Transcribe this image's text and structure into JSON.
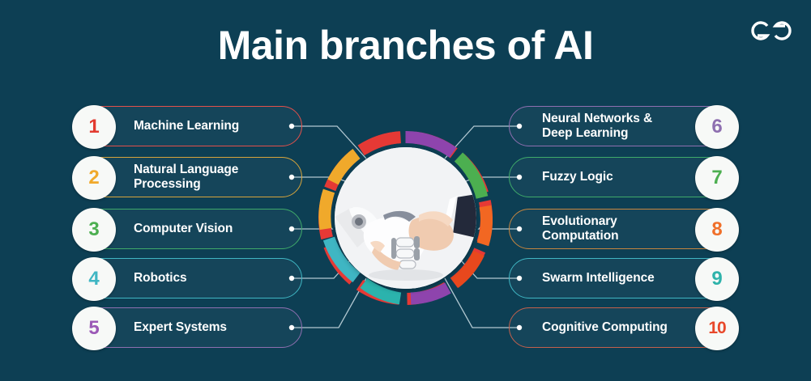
{
  "page": {
    "title": "Main branches of AI",
    "background_color": "#0d3f54",
    "logo_name": "geeksforgeeks-logo"
  },
  "center": {
    "image_name": "robot-human-handshake-image",
    "alt": "Robotic hand shaking a human hand",
    "ring_colors": [
      "#9b59b6",
      "#4caf50",
      "#f26722",
      "#e84c1d",
      "#8e44ad",
      "#2bb3ad",
      "#3fb6c3",
      "#f0a92b",
      "#e53935"
    ]
  },
  "branches": {
    "left": [
      {
        "number": "1",
        "label": "Machine Learning",
        "color": "#e2504b"
      },
      {
        "number": "2",
        "label": "Natural Language\nProcessing",
        "color": "#d6a43c"
      },
      {
        "number": "3",
        "label": "Computer Vision",
        "color": "#3faa6a"
      },
      {
        "number": "4",
        "label": "Robotics",
        "color": "#3fb6c3"
      },
      {
        "number": "5",
        "label": "Expert Systems",
        "color": "#8e6fb0"
      }
    ],
    "right": [
      {
        "number": "6",
        "label": "Neural Networks &\nDeep Learning",
        "color": "#8e6fb0"
      },
      {
        "number": "7",
        "label": "Fuzzy Logic",
        "color": "#3faa6a"
      },
      {
        "number": "8",
        "label": "Evolutionary\nComputation",
        "color": "#c8863f"
      },
      {
        "number": "9",
        "label": "Swarm Intelligence",
        "color": "#3fb6c3"
      },
      {
        "number": "10",
        "label": "Cognitive Computing",
        "color": "#c4604c"
      }
    ]
  },
  "number_colors": {
    "1": "#e23b30",
    "2": "#f0a92b",
    "3": "#4caf50",
    "4": "#3fb6c3",
    "5": "#9b59b6",
    "6": "#8e6fb0",
    "7": "#4caf50",
    "8": "#f0702a",
    "9": "#2fb3ab",
    "10": "#e8482a"
  }
}
